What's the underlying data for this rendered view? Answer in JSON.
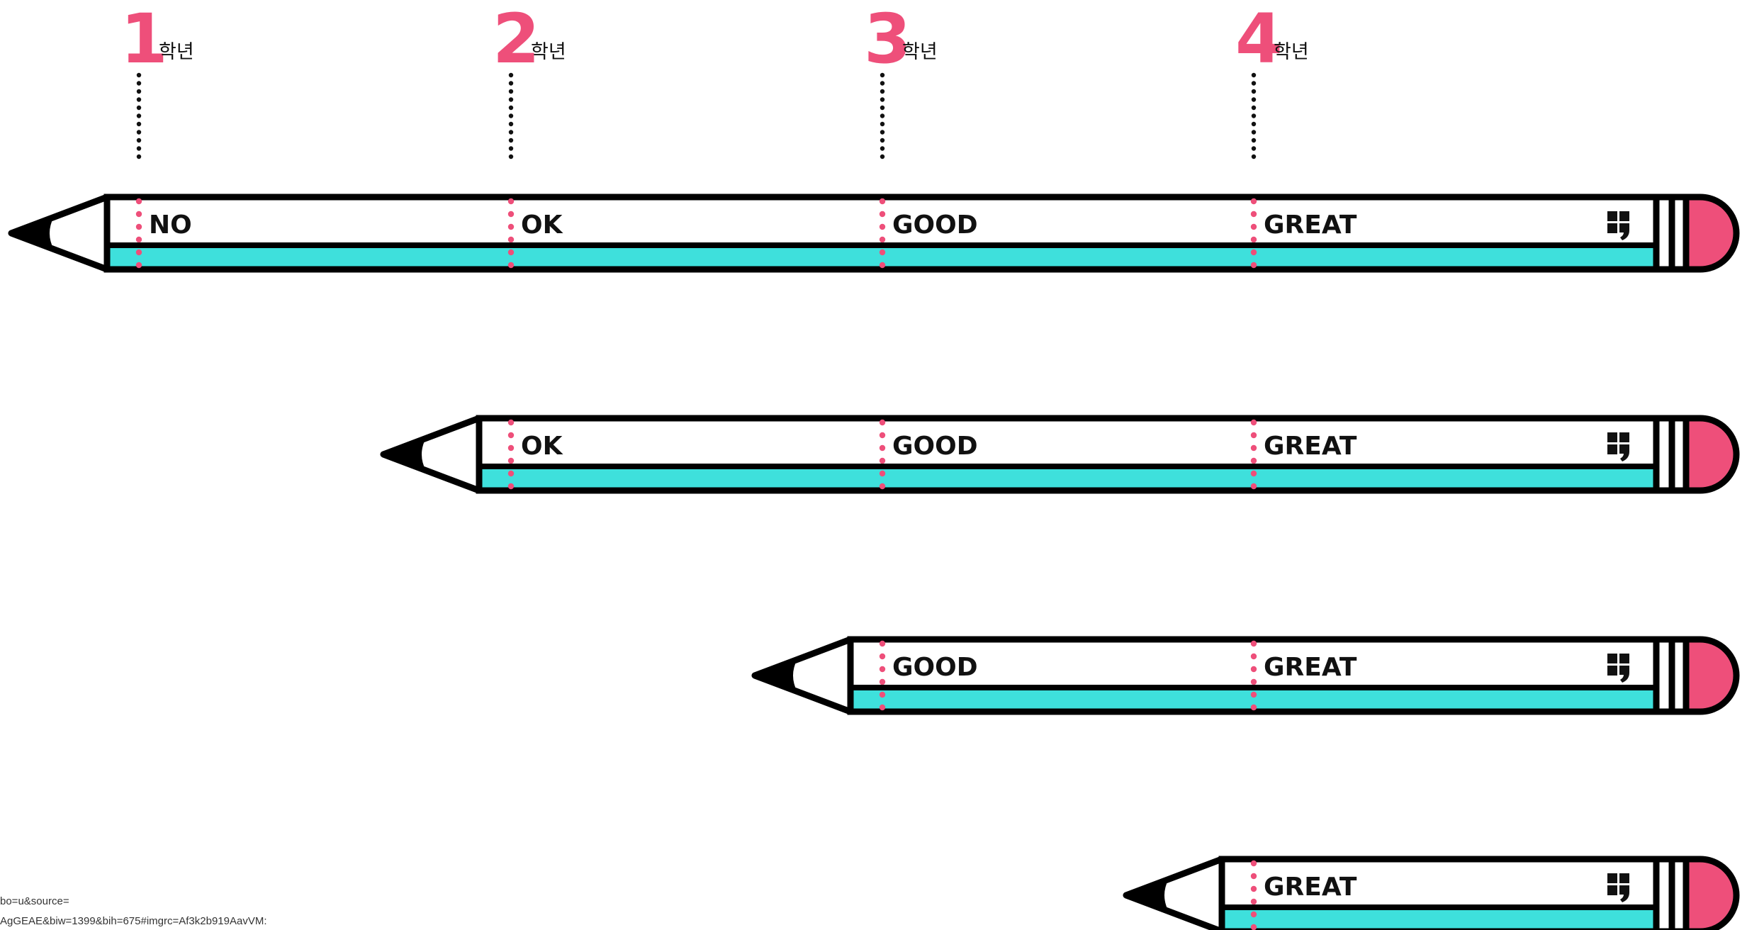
{
  "colors": {
    "pink": "#ee4f7a",
    "teal": "#3ee0dc",
    "outline": "#000000",
    "paper": "#ffffff"
  },
  "grades": [
    {
      "number": "1",
      "suffix": "학년"
    },
    {
      "number": "2",
      "suffix": "학년"
    },
    {
      "number": "3",
      "suffix": "학년"
    },
    {
      "number": "4",
      "suffix": "학년"
    }
  ],
  "pencils": [
    {
      "labels": [
        "NO",
        "OK",
        "GOOD",
        "GREAT"
      ]
    },
    {
      "labels": [
        "OK",
        "GOOD",
        "GREAT"
      ]
    },
    {
      "labels": [
        "GOOD",
        "GREAT"
      ]
    },
    {
      "labels": [
        "GREAT"
      ]
    }
  ],
  "logo_icon": "quote-logo-icon",
  "url_fragment": {
    "line1": "bo=u&source=",
    "line2": "AgGEAE&biw=1399&bih=675#imgrc=Af3k2b919AavVM:"
  }
}
